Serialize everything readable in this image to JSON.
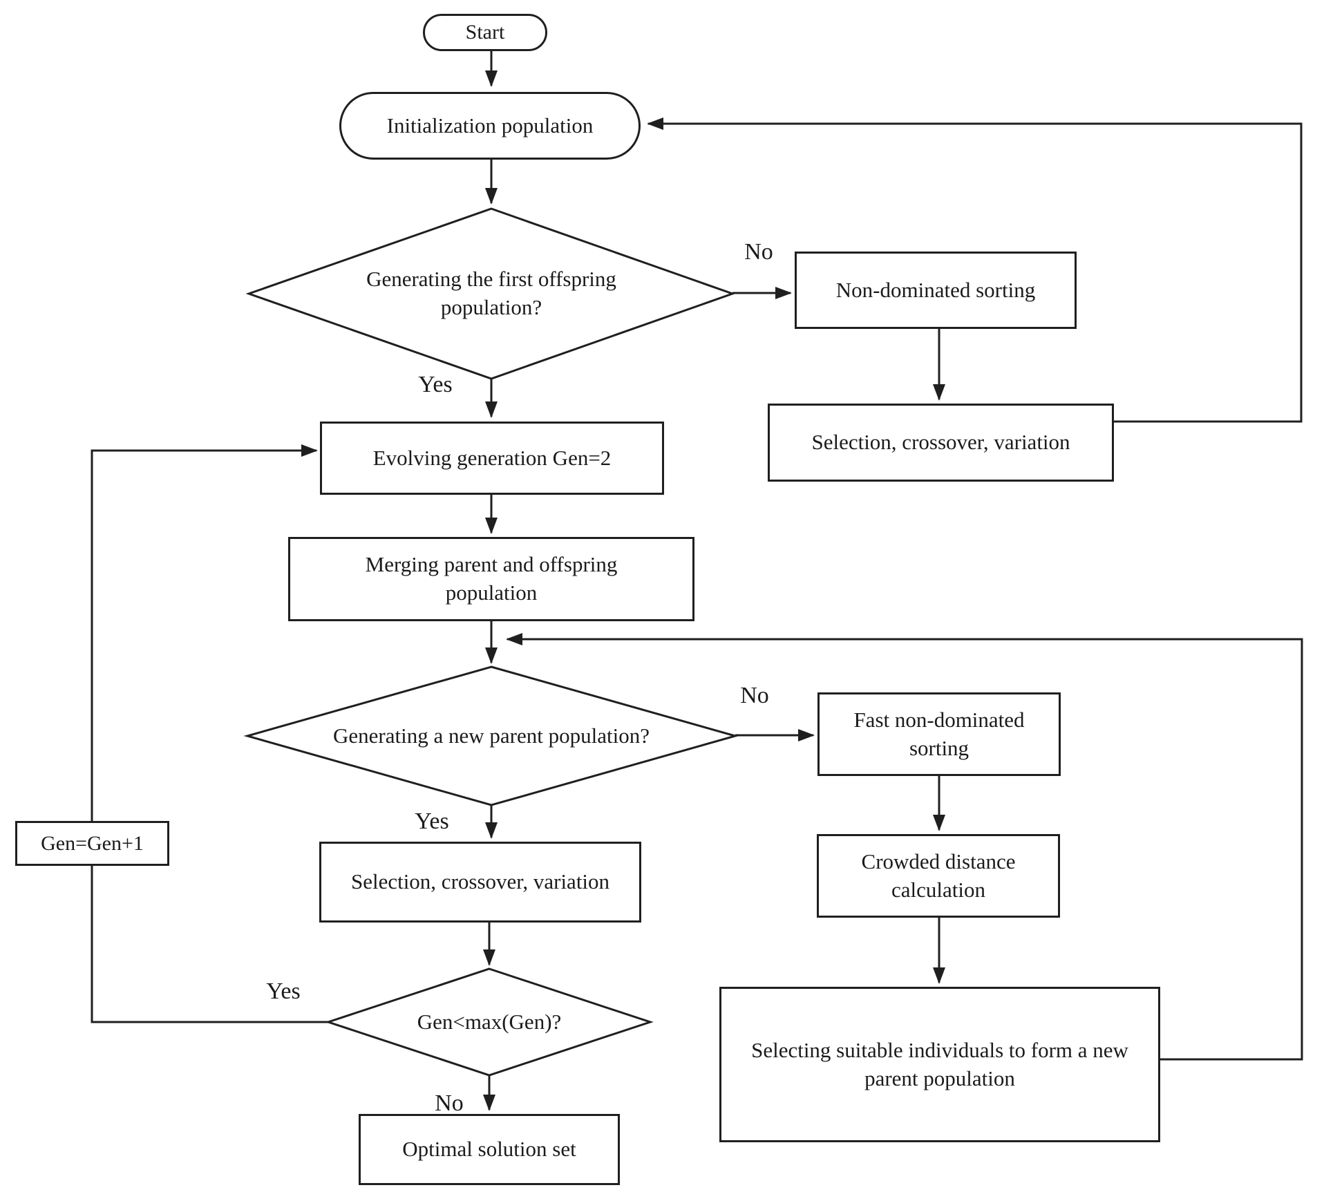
{
  "nodes": {
    "start": {
      "label": "Start"
    },
    "init_population": {
      "label": "Initialization population"
    },
    "decision_first_offspring": {
      "label": "Generating the first offspring population?"
    },
    "non_dominated_sorting": {
      "label": "Non-dominated sorting"
    },
    "selection_crossover_variation_top": {
      "label": "Selection, crossover, variation"
    },
    "evolving_generation": {
      "label": "Evolving generation Gen=2"
    },
    "merging_population": {
      "label": "Merging parent and offspring population"
    },
    "decision_new_parent": {
      "label": "Generating a new parent population?"
    },
    "fast_non_dominated_sorting": {
      "label": "Fast non-dominated sorting"
    },
    "crowded_distance": {
      "label": "Crowded distance calculation"
    },
    "selecting_individuals": {
      "label": "Selecting suitable individuals to form a new parent population"
    },
    "selection_crossover_variation_bottom": {
      "label": "Selection, crossover, variation"
    },
    "decision_gen_max": {
      "label": "Gen<max(Gen)?"
    },
    "gen_increment": {
      "label": "Gen=Gen+1"
    },
    "optimal_solution": {
      "label": "Optimal solution set"
    }
  },
  "edge_labels": {
    "first_offspring_no": "No",
    "first_offspring_yes": "Yes",
    "new_parent_no": "No",
    "new_parent_yes": "Yes",
    "gen_max_yes": "Yes",
    "gen_max_no": "No"
  },
  "colors": {
    "line": "#1f1f1f",
    "text": "#1b1b1b",
    "background": "#ffffff"
  }
}
